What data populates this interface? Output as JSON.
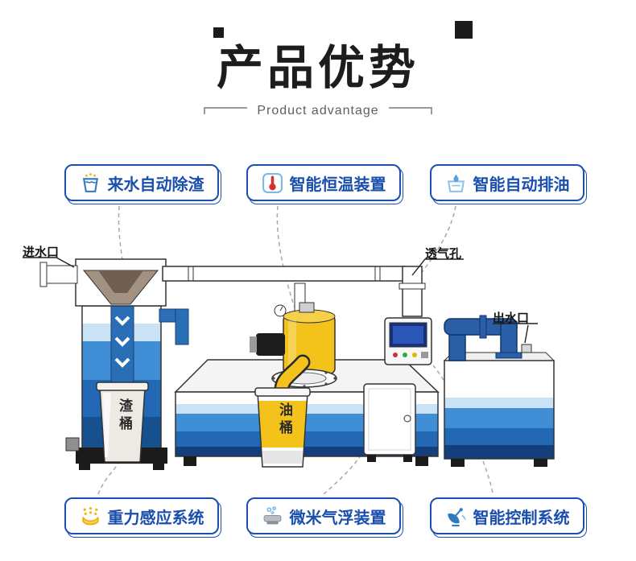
{
  "title": {
    "main": "产品优势",
    "sub": "Product advantage"
  },
  "features": [
    {
      "label": "来水自动除渣",
      "icon": "debris-cup-icon"
    },
    {
      "label": "智能恒温装置",
      "icon": "thermometer-icon"
    },
    {
      "label": "智能自动排油",
      "icon": "oil-drain-icon"
    },
    {
      "label": "重力感应系统",
      "icon": "gravity-dots-icon"
    },
    {
      "label": "微米气浮装置",
      "icon": "bubble-device-icon"
    },
    {
      "label": "智能控制系统",
      "icon": "satellite-dish-icon"
    }
  ],
  "diagram": {
    "inlet_label": "进水口",
    "vent_label": "透气孔",
    "outlet_label": "出水口",
    "slag_bucket_label": "渣桶",
    "oil_bucket_label": "油桶"
  },
  "colors": {
    "feature_blue": "#1a4fae",
    "stripe_light": "#c9e2f5",
    "stripe_mid": "#3f8ed6",
    "stripe_deep": "#2268b4",
    "stripe_navy": "#143f7d",
    "oil_yellow": "#f3c21b"
  }
}
